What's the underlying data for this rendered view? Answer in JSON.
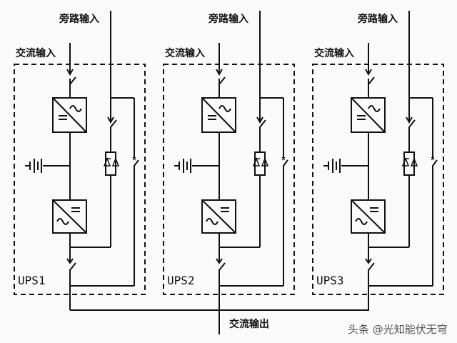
{
  "modules": [
    {
      "name": "UPS1",
      "ac_input_label": "交流输入",
      "bypass_input_label": "旁路输入"
    },
    {
      "name": "UPS2",
      "ac_input_label": "交流输入",
      "bypass_input_label": "旁路输入"
    },
    {
      "name": "UPS3",
      "ac_input_label": "交流输入",
      "bypass_input_label": "旁路输入"
    }
  ],
  "output_label": "交流输出",
  "watermark": "头条 @光知能伏无穹",
  "colors": {
    "line": "#111111",
    "background": "#fafafa"
  }
}
